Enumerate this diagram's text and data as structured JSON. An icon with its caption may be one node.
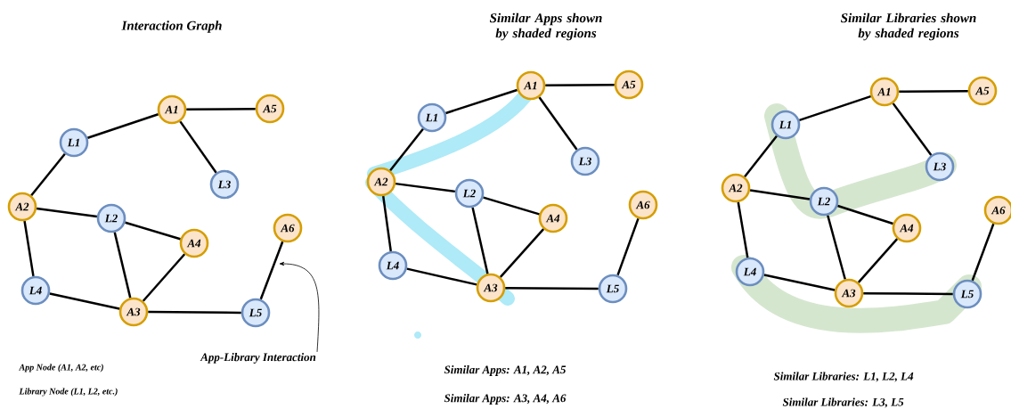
{
  "diagram": {
    "nodes": [
      {
        "text": [
          "A1"
        ]
      },
      {
        "text": [
          "A5"
        ]
      },
      {
        "text": [
          "L1"
        ]
      },
      {
        "text": [
          "L3"
        ]
      },
      {
        "text": [
          "A2"
        ]
      },
      {
        "text": [
          "L2"
        ]
      },
      {
        "text": [
          "A4"
        ]
      },
      {
        "text": [
          "A6"
        ]
      },
      {
        "text": [
          "L4"
        ]
      },
      {
        "text": [
          "A3"
        ]
      },
      {
        "text": [
          "L5"
        ]
      },
      {
        "text": [
          "A1"
        ]
      },
      {
        "text": [
          "A5"
        ]
      },
      {
        "text": [
          "L1"
        ]
      },
      {
        "text": [
          "L3"
        ]
      },
      {
        "text": [
          "A2"
        ]
      },
      {
        "text": [
          "L2"
        ]
      },
      {
        "text": [
          "A4"
        ]
      },
      {
        "text": [
          "A6"
        ]
      },
      {
        "text": [
          "L4"
        ]
      },
      {
        "text": [
          "A3"
        ]
      },
      {
        "text": [
          "L5"
        ]
      },
      {
        "text": [
          "A1"
        ]
      },
      {
        "text": [
          "A5"
        ]
      },
      {
        "text": [
          "L1"
        ]
      },
      {
        "text": [
          "L3"
        ]
      },
      {
        "text": [
          "A2"
        ]
      },
      {
        "text": [
          "L2"
        ]
      },
      {
        "text": [
          "A4"
        ]
      },
      {
        "text": [
          "A6"
        ]
      },
      {
        "text": [
          "L4"
        ]
      },
      {
        "text": [
          "A3"
        ]
      },
      {
        "text": [
          "L5"
        ]
      },
      {
        "text": [
          "App-Library Interaction"
        ]
      }
    ],
    "edges": [
      {
        "from": 0,
        "to": 2,
        "arrow": "none"
      },
      {
        "from": 0,
        "to": 1,
        "arrow": "none"
      },
      {
        "from": 0,
        "to": 3,
        "arrow": "none"
      },
      {
        "from": 2,
        "to": 4,
        "arrow": "none"
      },
      {
        "from": 4,
        "to": 5,
        "arrow": "none"
      },
      {
        "from": 4,
        "to": 8,
        "arrow": "none"
      },
      {
        "from": 5,
        "to": 6,
        "arrow": "none"
      },
      {
        "from": 5,
        "to": 9,
        "arrow": "none"
      },
      {
        "from": 6,
        "to": 9,
        "arrow": "none"
      },
      {
        "from": 8,
        "to": 9,
        "arrow": "none"
      },
      {
        "from": 9,
        "to": 10,
        "arrow": "none"
      },
      {
        "from": 10,
        "to": 7,
        "arrow": "none"
      },
      {
        "from": 11,
        "to": 13,
        "arrow": "none"
      },
      {
        "from": 11,
        "to": 12,
        "arrow": "none"
      },
      {
        "from": 11,
        "to": 14,
        "arrow": "none"
      },
      {
        "from": 13,
        "to": 15,
        "arrow": "none"
      },
      {
        "from": 15,
        "to": 16,
        "arrow": "none"
      },
      {
        "from": 15,
        "to": 19,
        "arrow": "none"
      },
      {
        "from": 16,
        "to": 17,
        "arrow": "none"
      },
      {
        "from": 16,
        "to": 20,
        "arrow": "none"
      },
      {
        "from": 17,
        "to": 20,
        "arrow": "none"
      },
      {
        "from": 19,
        "to": 20,
        "arrow": "none"
      },
      {
        "from": 20,
        "to": 21,
        "arrow": "none"
      },
      {
        "from": 21,
        "to": 18,
        "arrow": "none"
      },
      {
        "from": 22,
        "to": 24,
        "arrow": "none"
      },
      {
        "from": 22,
        "to": 23,
        "arrow": "none"
      },
      {
        "from": 22,
        "to": 25,
        "arrow": "none"
      },
      {
        "from": 24,
        "to": 26,
        "arrow": "none"
      },
      {
        "from": 26,
        "to": 27,
        "arrow": "none"
      },
      {
        "from": 26,
        "to": 30,
        "arrow": "none"
      },
      {
        "from": 27,
        "to": 28,
        "arrow": "none"
      },
      {
        "from": 27,
        "to": 31,
        "arrow": "none"
      },
      {
        "from": 28,
        "to": 31,
        "arrow": "none"
      },
      {
        "from": 30,
        "to": 31,
        "arrow": "none"
      },
      {
        "from": 31,
        "to": 32,
        "arrow": "none"
      },
      {
        "from": 32,
        "to": 29,
        "arrow": "none"
      },
      {
        "from": 33,
        "to": null,
        "arrow": "to"
      }
    ],
    "labels": [
      "Interaction Graph",
      "Similar Apps shown by shaded regions",
      "Similar Libraries shown by shaded regions",
      "App Node (A1, A2, etc)",
      "Library Node (L1, L2, etc.)",
      "**Similar Apps:** A1, A2, A5",
      "**Similar Apps:** A3, A4, A6",
      "**Similar Libraries:** L1, L2, L4",
      "**Similar Libraries:** L3, L5"
    ]
  }
}
